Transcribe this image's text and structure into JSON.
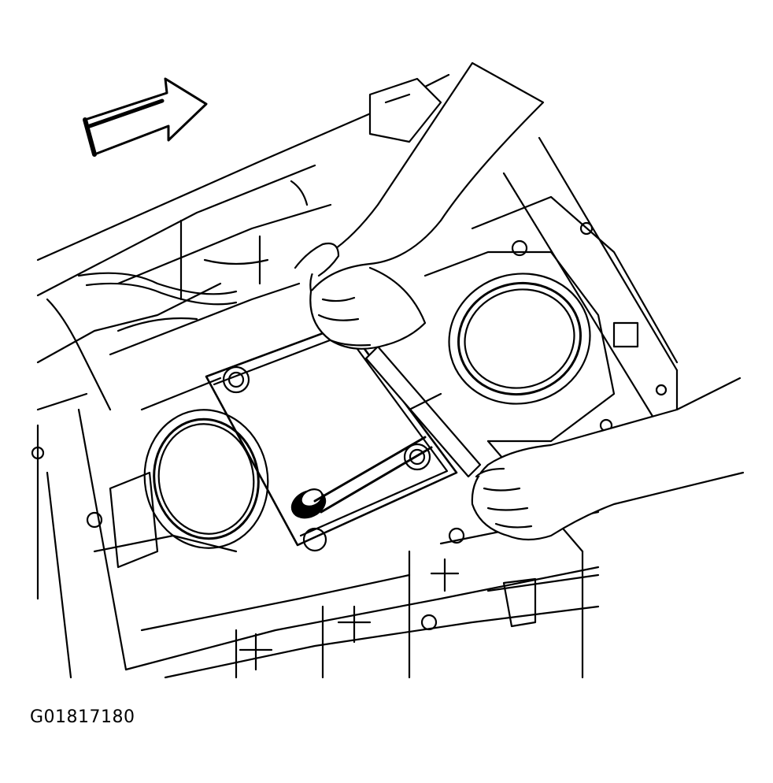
{
  "figure": {
    "id_label": "G01817180",
    "ink_color": "#000000",
    "paper_color": "#ffffff",
    "subject_icons": [
      "direction-arrow-icon",
      "engine-block",
      "cylinder-bore",
      "tool-plate",
      "bolt",
      "torque-wrench",
      "left-hand",
      "right-hand"
    ]
  }
}
